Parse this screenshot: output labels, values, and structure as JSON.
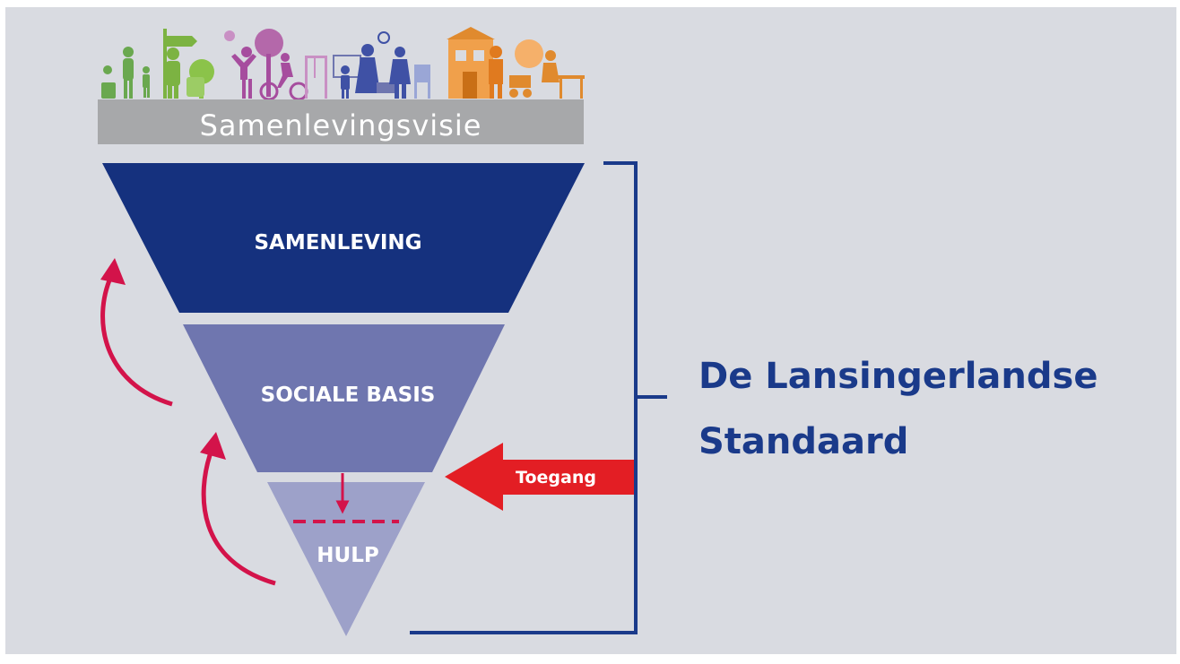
{
  "banner": {
    "label": "Samenlevingsvisie"
  },
  "funnel": {
    "top_label": "SAMENLEVING",
    "middle_label": "SOCIALE BASIS",
    "bottom_label": "HULP"
  },
  "access_arrow": {
    "label": "Toegang"
  },
  "heading": {
    "line1": "De Lansingerlandse",
    "line2": "Standaard"
  },
  "colors": {
    "background": "#d9dbe1",
    "top_tier": "#15317e",
    "middle_tier": "#6f76af",
    "bottom_tier": "#9da1c9",
    "arrows": "#d3134a",
    "access": "#e31e24",
    "heading": "#1a3a8a",
    "banner": "#a7a8aa"
  }
}
